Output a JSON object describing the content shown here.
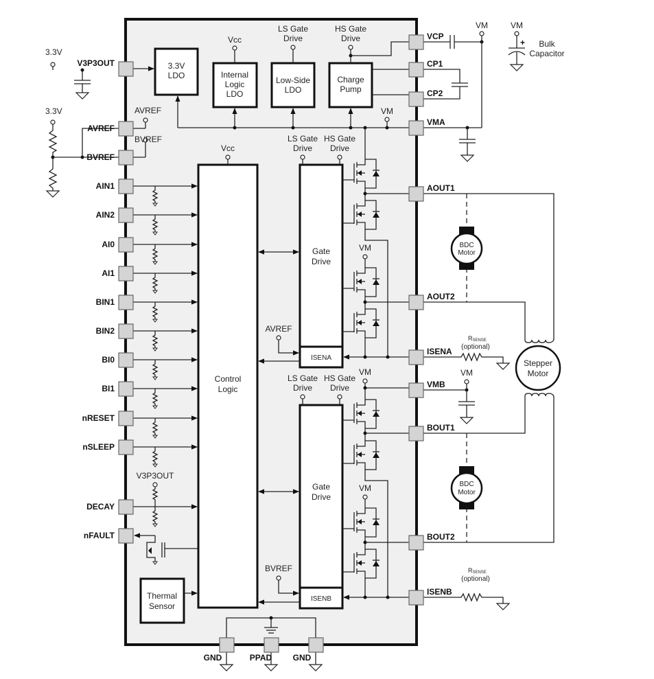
{
  "diagram": {
    "type": "functional-block-diagram",
    "chip": {
      "left_pins": [
        {
          "id": "v3p3out",
          "label": "V3P3OUT"
        },
        {
          "id": "avref",
          "label": "AVREF"
        },
        {
          "id": "bvref",
          "label": "BVREF"
        },
        {
          "id": "ain1",
          "label": "AIN1"
        },
        {
          "id": "ain2",
          "label": "AIN2"
        },
        {
          "id": "ai0",
          "label": "AI0"
        },
        {
          "id": "ai1",
          "label": "AI1"
        },
        {
          "id": "bin1",
          "label": "BIN1"
        },
        {
          "id": "bin2",
          "label": "BIN2"
        },
        {
          "id": "bi0",
          "label": "BI0"
        },
        {
          "id": "bi1",
          "label": "BI1"
        },
        {
          "id": "nreset",
          "label": "nRESET"
        },
        {
          "id": "nsleep",
          "label": "nSLEEP"
        },
        {
          "id": "decay",
          "label": "DECAY"
        },
        {
          "id": "nfault",
          "label": "nFAULT"
        }
      ],
      "right_pins": [
        {
          "id": "vcp",
          "label": "VCP"
        },
        {
          "id": "cp1",
          "label": "CP1"
        },
        {
          "id": "cp2",
          "label": "CP2"
        },
        {
          "id": "vma",
          "label": "VMA"
        },
        {
          "id": "aout1",
          "label": "AOUT1"
        },
        {
          "id": "aout2",
          "label": "AOUT2"
        },
        {
          "id": "isena",
          "label": "ISENA"
        },
        {
          "id": "vmb",
          "label": "VMB"
        },
        {
          "id": "bout1",
          "label": "BOUT1"
        },
        {
          "id": "bout2",
          "label": "BOUT2"
        },
        {
          "id": "isenb",
          "label": "ISENB"
        }
      ],
      "bottom_pins": [
        {
          "id": "gnd1",
          "label": "GND"
        },
        {
          "id": "ppad",
          "label": "PPAD"
        },
        {
          "id": "gnd2",
          "label": "GND"
        }
      ],
      "blocks": {
        "ldo33": [
          "3.3V",
          "LDO"
        ],
        "internal_ldo": [
          "Internal",
          "Logic",
          "LDO"
        ],
        "lowside_ldo": [
          "Low-Side",
          "LDO"
        ],
        "charge_pump": [
          "Charge",
          "Pump"
        ],
        "control_logic": [
          "Control",
          "Logic"
        ],
        "gate_drive_a": [
          "Gate",
          "Drive"
        ],
        "gate_drive_b": [
          "Gate",
          "Drive"
        ],
        "isena_block": "ISENA",
        "isenb_block": "ISENB",
        "thermal_sensor": [
          "Thermal",
          "Sensor"
        ]
      },
      "net_labels": {
        "vcc": "Vcc",
        "ls_gate_drive": [
          "LS Gate",
          "Drive"
        ],
        "hs_gate_drive": [
          "HS Gate",
          "Drive"
        ],
        "vm": "VM",
        "avref": "AVREF",
        "bvref": "BVREF",
        "v3p3out": "V3P3OUT"
      }
    },
    "external": {
      "supply_3v3": "3.3V",
      "vm": "VM",
      "bulk_capacitor": [
        "Bulk",
        "Capacitor"
      ],
      "polarity_plus": "+",
      "bdc_motor": [
        "BDC",
        "Motor"
      ],
      "stepper_motor": [
        "Stepper",
        "Motor"
      ],
      "rsense": "R",
      "rsense_sub": "SENSE",
      "optional": "(optional)"
    },
    "colors": {
      "chip_fill": "#f0f0f0",
      "pad_fill": "#d4d4d4",
      "line": "#222222"
    }
  }
}
